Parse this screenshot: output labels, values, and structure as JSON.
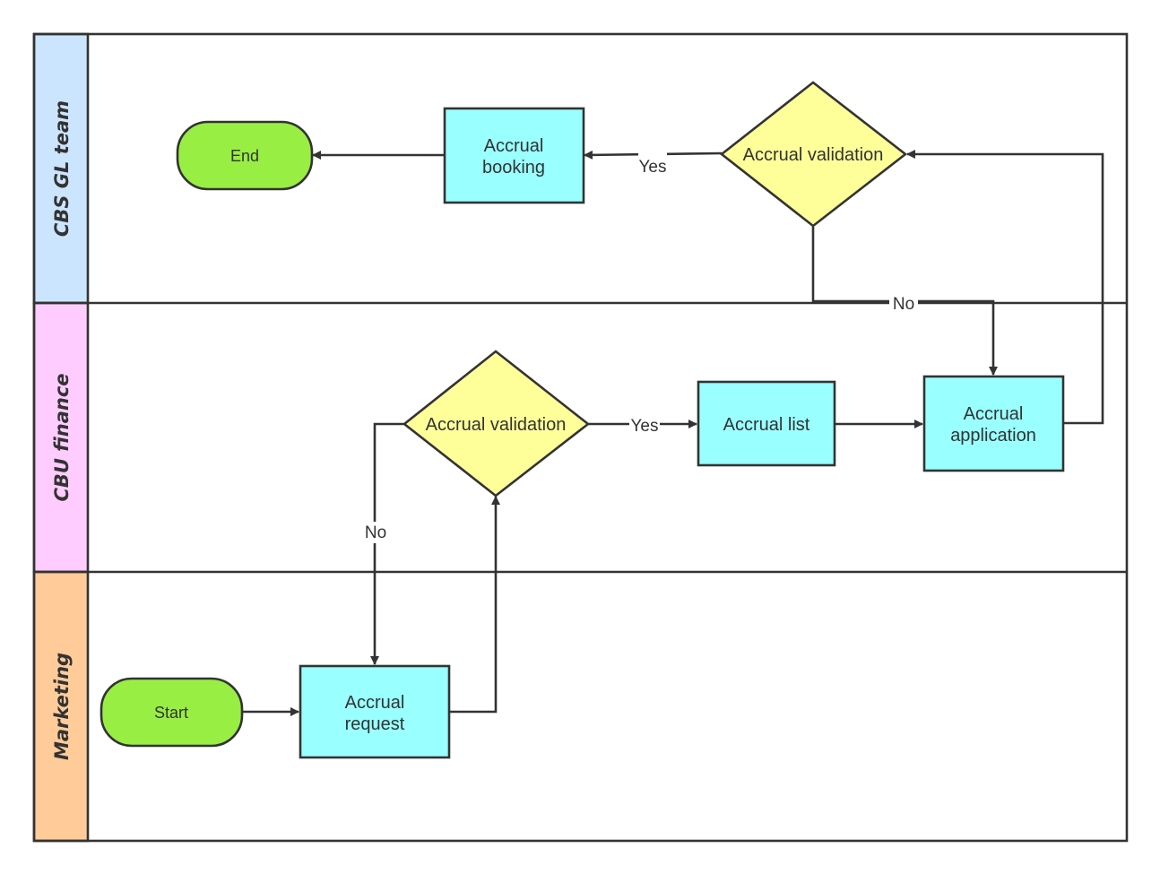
{
  "lanes": [
    {
      "label": "CBS GL team",
      "color": "#CCE5FF"
    },
    {
      "label": "CBU finance",
      "color": "#FFCCFF"
    },
    {
      "label": "Marketing",
      "color": "#FFCC99"
    }
  ],
  "nodes": {
    "end": {
      "label": "End"
    },
    "accrual_booking": {
      "line1": "Accrual",
      "line2": "booking"
    },
    "accrual_validation_gl": {
      "label": "Accrual validation"
    },
    "accrual_validation_cbu": {
      "label": "Accrual validation"
    },
    "accrual_list": {
      "label": "Accrual list"
    },
    "accrual_application": {
      "line1": "Accrual",
      "line2": "application"
    },
    "start": {
      "label": "Start"
    },
    "accrual_request": {
      "line1": "Accrual",
      "line2": "request"
    }
  },
  "edge_labels": {
    "gl_yes": "Yes",
    "gl_no": "No",
    "cbu_yes": "Yes",
    "cbu_no": "No"
  },
  "colors": {
    "terminal": "#99EE44",
    "process": "#99FFFF",
    "decision": "#FFFF99",
    "stroke": "#333333"
  }
}
